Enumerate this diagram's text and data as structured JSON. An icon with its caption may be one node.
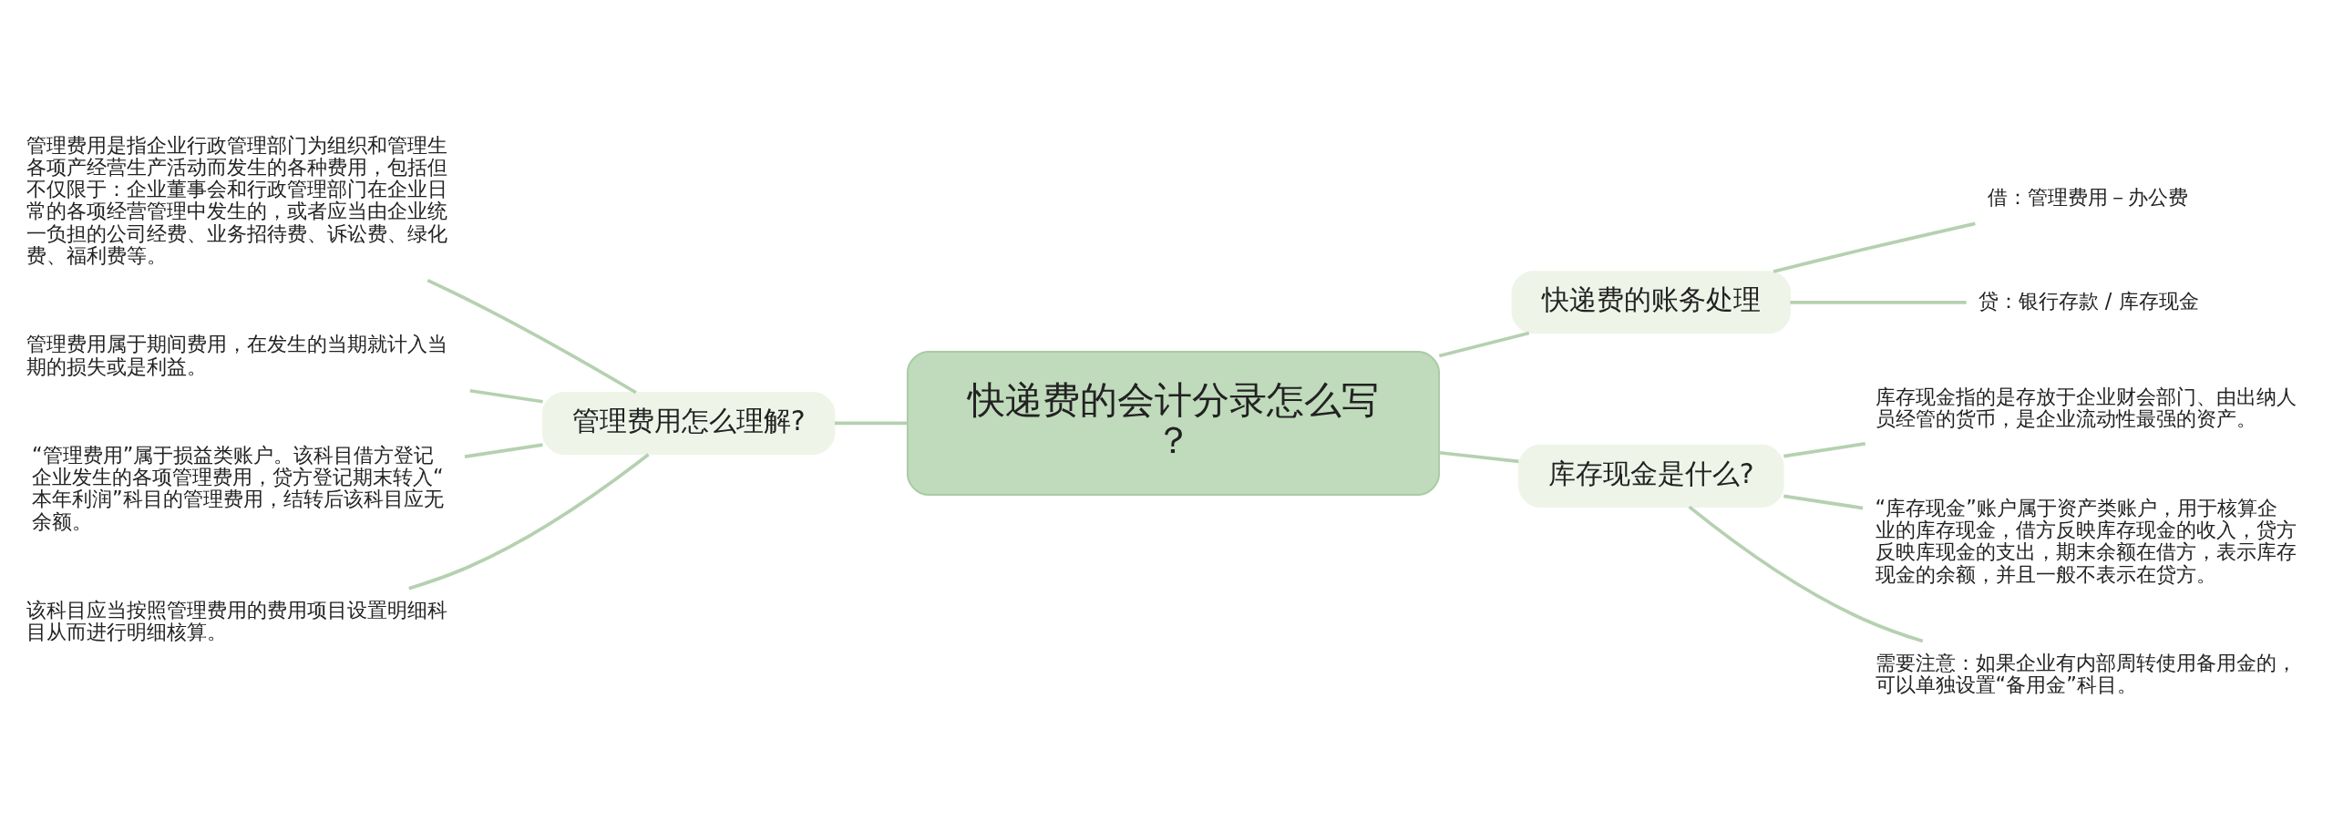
{
  "diagram": {
    "nodes": [
      {
        "text": [
          "快递费的会计分录怎么写？"
        ]
      },
      {
        "text": [
          "快递费的账务处理"
        ]
      },
      {
        "text": [
          "借：管理费用－办公费"
        ]
      },
      {
        "text": [
          "贷：银行存款 / 库存现金"
        ]
      },
      {
        "text": [
          "库存现金是什么?"
        ]
      },
      {
        "text": [
          "库存现金指的是存放于企业财会部门、由出纳人员经管的货币，是企业流动性最强的资产。"
        ]
      },
      {
        "text": [
          "“库存现金”账户属于资产类账户，用于核算企业的库存现金，借方反映库存现金的收入，贷方反映库现金的支出，期末余额在借方，表示库存现金的余额，并且一般不表示在贷方。"
        ]
      },
      {
        "text": [
          "需要注意：如果企业有内部周转使用备用金的，可以单独设置“备用金”科目。"
        ]
      },
      {
        "text": [
          "管理费用怎么理解?"
        ]
      },
      {
        "text": [
          "管理费用是指企业行政管理部门为组织和管理生各项产经营生产活动而发生的各种费用，包括但不仅限于：企业董事会和行政管理部门在企业日常的各项经营管理中发生的，或者应当由企业统一负担的公司经费、业务招待费、诉讼费、绿化费、福利费等。"
        ]
      },
      {
        "text": [
          "管理费用属于期间费用，在发生的当期就计入当期的损失或是利益。"
        ]
      },
      {
        "text": [
          "“管理费用”属于损益类账户。该科目借方登记企业发生的各项管理费用，贷方登记期末转入“本年利润”科目的管理费用，结转后该科目应无余额。"
        ]
      },
      {
        "text": [
          "该科目应当按照管理费用的费用项目设置明细科目从而进行明细核算。"
        ]
      }
    ],
    "edges": [
      {
        "from": 0,
        "to": 1,
        "arrow": "none"
      },
      {
        "from": 1,
        "to": 2,
        "arrow": "none"
      },
      {
        "from": 1,
        "to": 3,
        "arrow": "none"
      },
      {
        "from": 0,
        "to": 4,
        "arrow": "none"
      },
      {
        "from": 4,
        "to": 5,
        "arrow": "none"
      },
      {
        "from": 4,
        "to": 6,
        "arrow": "none"
      },
      {
        "from": 4,
        "to": 7,
        "arrow": "none"
      },
      {
        "from": 0,
        "to": 8,
        "arrow": "none"
      },
      {
        "from": 8,
        "to": 9,
        "arrow": "none"
      },
      {
        "from": 8,
        "to": 10,
        "arrow": "none"
      },
      {
        "from": 8,
        "to": 11,
        "arrow": "none"
      },
      {
        "from": 8,
        "to": 12,
        "arrow": "none"
      }
    ]
  }
}
